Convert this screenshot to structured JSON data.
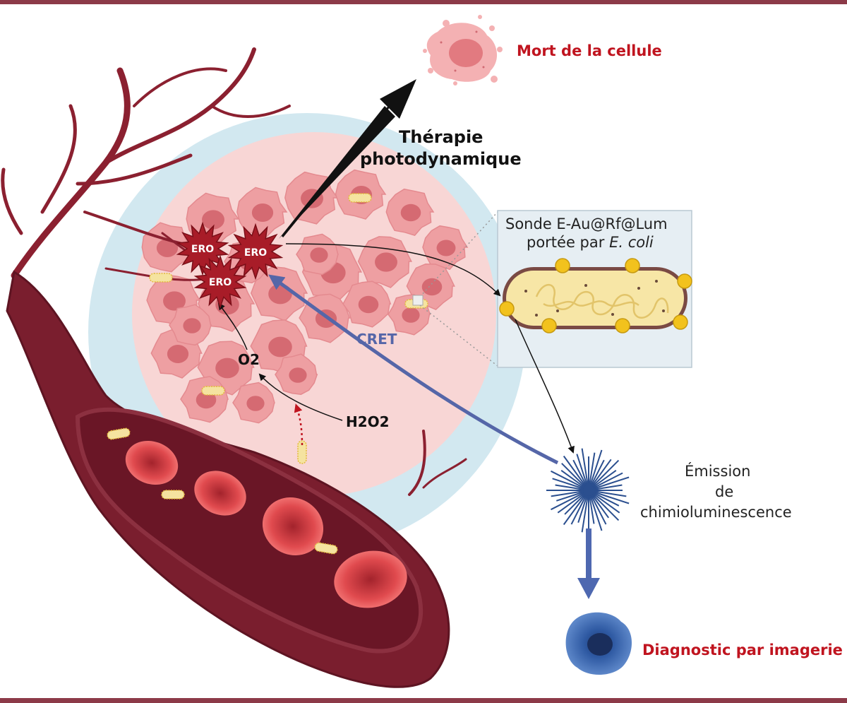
{
  "labels": {
    "mort": "Mort de la cellule",
    "therapie_1": "Thérapie",
    "therapie_2": "photodynamique",
    "sonde_1": "Sonde E-Au@Rf@Lum",
    "sonde_2_prefix": "portée par ",
    "sonde_2_italic": "E. coli",
    "ero": "ERO",
    "cret": "CRET",
    "o2": "O2",
    "h2o2": "H2O2",
    "emission_1": "Émission",
    "emission_2": "de",
    "emission_3": "chimioluminescence",
    "diagnostic": "Diagnostic par imagerie"
  },
  "icons": [
    "dead-cell-icon",
    "tumor-cell-icon",
    "bacterium-probe-icon",
    "chemiluminescence-burst-icon",
    "imaging-cell-icon",
    "red-blood-cell-icon",
    "blood-vessel-icon"
  ],
  "colors": {
    "frame": "#8c3a48",
    "accent_red": "#c0141f",
    "cret_blue": "#5566a8",
    "tumor_pink": "#e88a8e",
    "halo_blue": "#cfe6ef",
    "vessel_dark": "#6b1a2a",
    "bacterium_yellow": "#f5e3a0"
  }
}
